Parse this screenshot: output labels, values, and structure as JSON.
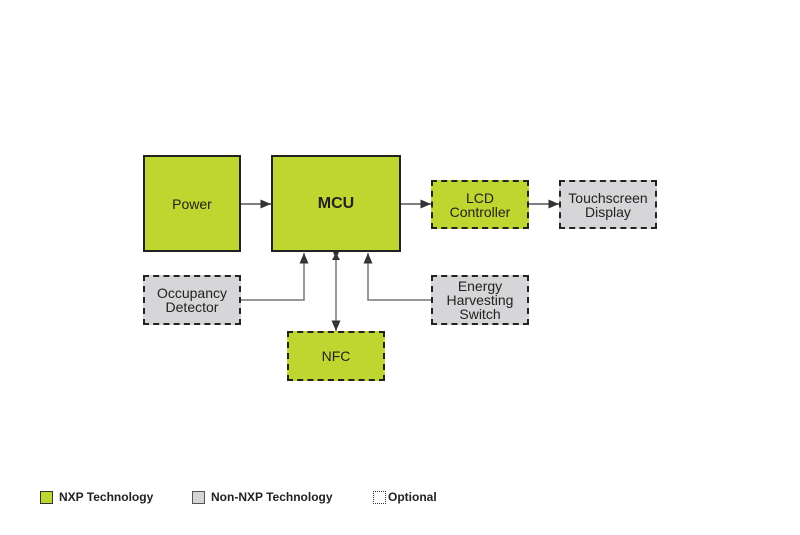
{
  "blocks": {
    "power": "Power",
    "mcu": "MCU",
    "lcd": "LCD\nController",
    "touch": "Touchscreen\nDisplay",
    "occupancy": "Occupancy\nDetector",
    "energy": "Energy\nHarvesting\nSwitch",
    "nfc": "NFC"
  },
  "legend": {
    "nxp": "NXP Technology",
    "non_nxp": "Non-NXP Technology",
    "optional": "Optional"
  },
  "colors": {
    "nxp": "#bfd630",
    "non_nxp": "#d6d6d8",
    "border": "#222222",
    "line": "#555555"
  }
}
